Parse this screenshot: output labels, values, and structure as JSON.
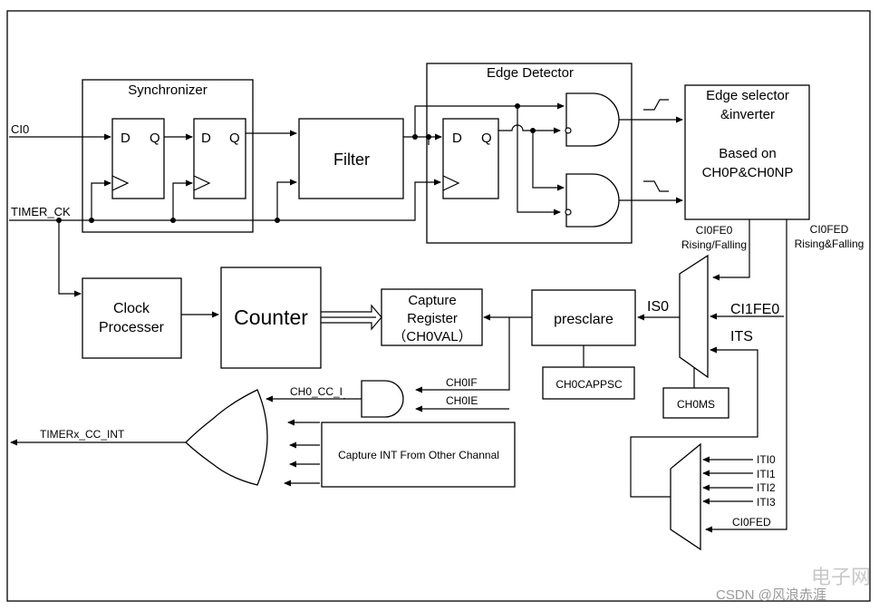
{
  "blocks": {
    "synchronizer": "Synchronizer",
    "edge_detector": "Edge Detector",
    "filter": "Filter",
    "edge_selector": [
      "Edge selector",
      "&inverter",
      "Based on",
      "CH0P&CH0NP"
    ],
    "clock_processer": [
      "Clock",
      "Processer"
    ],
    "counter": "Counter",
    "capture_register": [
      "Capture",
      "Register",
      "（CH0VAL）"
    ],
    "presclare": "presclare",
    "ch0capppsc": "CH0CAPPSC",
    "ch0ms": "CH0MS",
    "other_channel": "Capture INT From Other Channal"
  },
  "flipflop": {
    "d": "D",
    "q": "Q"
  },
  "signals": {
    "ci0": "CI0",
    "timer_ck": "TIMER_CK",
    "ci0fe0": [
      "CI0FE0",
      "Rising/Falling"
    ],
    "ci0fed": [
      "CI0FED",
      "Rising&Falling"
    ],
    "is0": "IS0",
    "ci1fe0": "CI1FE0",
    "its": "ITS",
    "ch0if": "CH0IF",
    "ch0ie": "CH0IE",
    "ch0_cc_i": "CH0_CC_I",
    "timerx_cc_int": "TIMERx_CC_INT",
    "iti0": "ITI0",
    "iti1": "ITI1",
    "iti2": "ITI2",
    "iti3": "ITI3",
    "ci0fed_mux": "CI0FED"
  },
  "watermark": {
    "site": "电子网",
    "credit": "CSDN @风浪赤涯"
  }
}
